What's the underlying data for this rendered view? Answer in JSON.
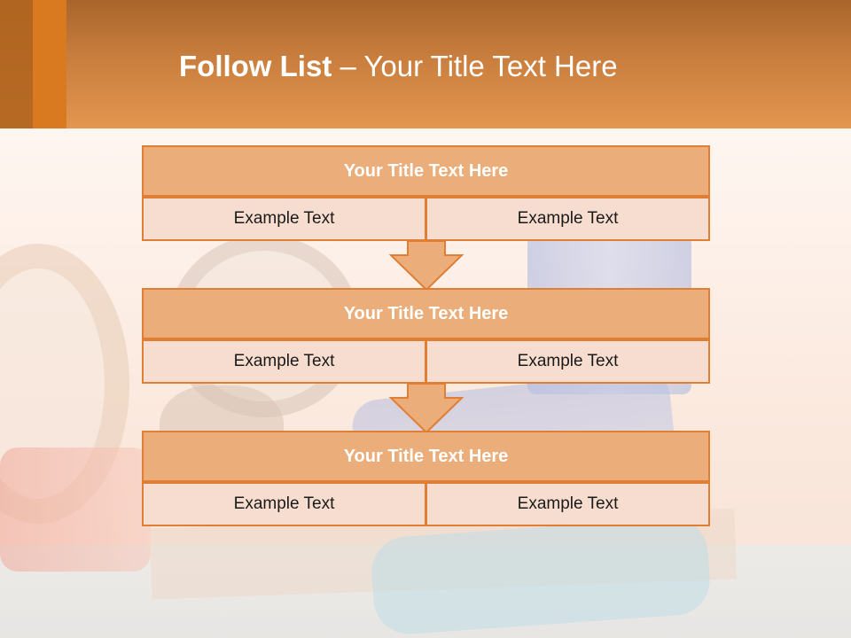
{
  "header": {
    "title_bold": "Follow List",
    "title_rest": " – Your Title Text Here"
  },
  "flow": [
    {
      "title": "Your Title Text Here",
      "left": "Example Text",
      "right": "Example Text"
    },
    {
      "title": "Your Title Text Here",
      "left": "Example Text",
      "right": "Example Text"
    },
    {
      "title": "Your Title Text Here",
      "left": "Example Text",
      "right": "Example Text"
    }
  ],
  "colors": {
    "accent": "#e07e33",
    "title_fill": "#ebae7b",
    "cell_fill": "#f7ddd0"
  }
}
